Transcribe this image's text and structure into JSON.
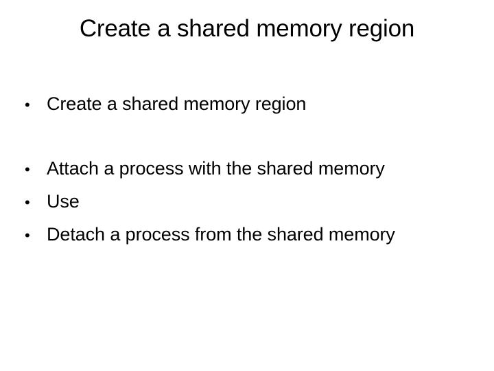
{
  "slide": {
    "background_color": "#ffffff",
    "text_color": "#000000",
    "title": "Create a shared memory region",
    "bullet_glyph": "•",
    "bullets": [
      {
        "text": "Create a shared memory region",
        "gap_after": true
      },
      {
        "text": "Attach a process with the shared memory",
        "gap_after": false
      },
      {
        "text": "Use",
        "gap_after": false
      },
      {
        "text": "Detach a process from the shared memory",
        "gap_after": false
      }
    ]
  }
}
